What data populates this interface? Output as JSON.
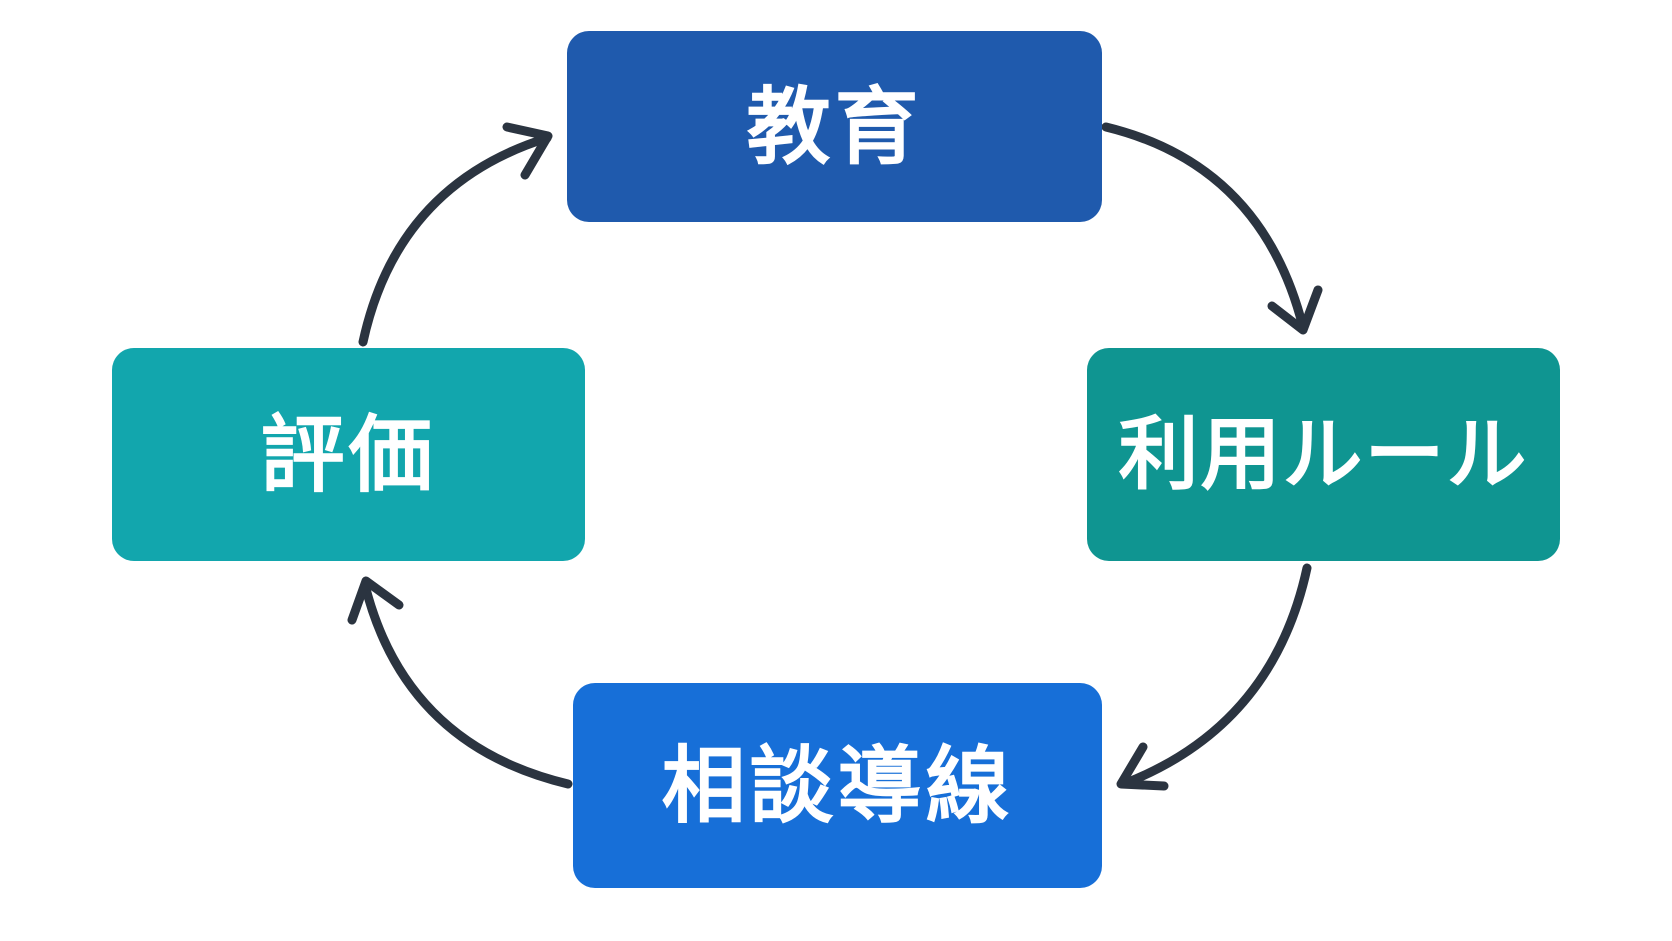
{
  "diagram": {
    "type": "cycle",
    "nodes": [
      {
        "id": "education",
        "label": "教育",
        "color": "#1f5aad"
      },
      {
        "id": "usage-rules",
        "label": "利用ルール",
        "color": "#0f9591"
      },
      {
        "id": "consultation",
        "label": "相談導線",
        "color": "#176fd8"
      },
      {
        "id": "evaluation",
        "label": "評価",
        "color": "#12a6ad"
      }
    ],
    "edges": [
      {
        "from": "education",
        "to": "usage-rules"
      },
      {
        "from": "usage-rules",
        "to": "consultation"
      },
      {
        "from": "consultation",
        "to": "evaluation"
      },
      {
        "from": "evaluation",
        "to": "education"
      }
    ],
    "arrow_color": "#2b3440"
  }
}
